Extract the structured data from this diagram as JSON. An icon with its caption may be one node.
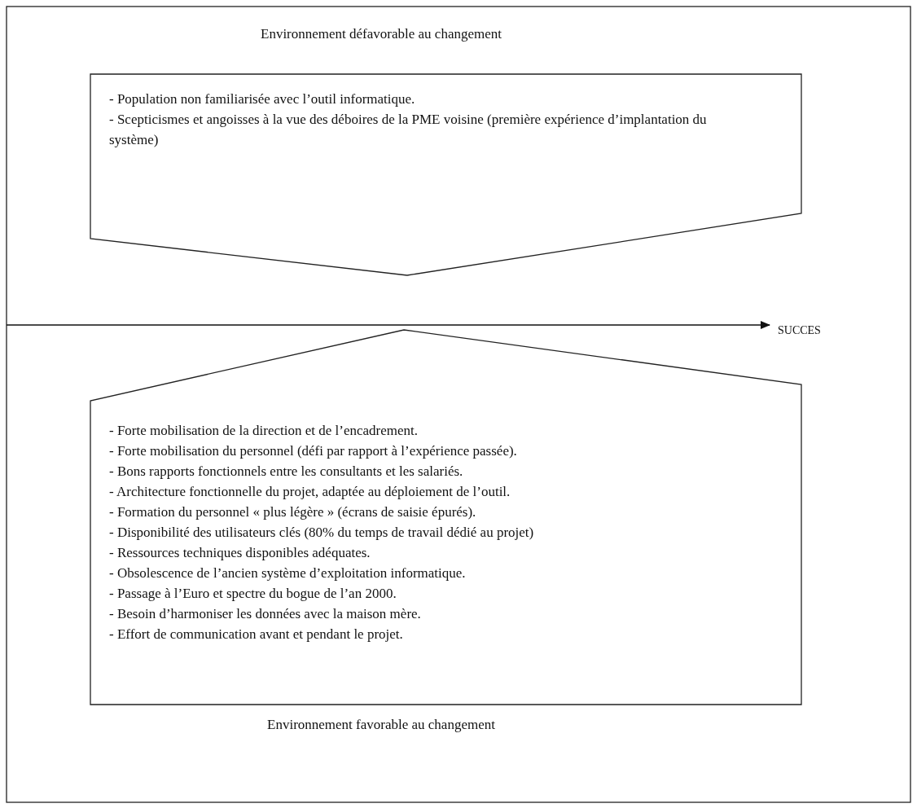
{
  "diagram": {
    "nodes": [
      {
        "text": [
          "Environnement défavorable au changement",
          "- Population non familiarisée avec l’outil informatique.",
          "- Scepticismes et angoisses à la vue des déboires de la PME voisine (première expérience d’implantation du système)"
        ]
      },
      {
        "text": [
          "- Forte mobilisation de la direction et de l’encadrement.",
          "- Forte mobilisation du personnel (défi par rapport à l’expérience passée).",
          "- Bons rapports fonctionnels entre les consultants et les salariés.",
          "- Architecture fonctionnelle du projet, adaptée au déploiement de l’outil.",
          "- Formation du personnel « plus légère » (écrans de saisie épurés).",
          "- Disponibilité des utilisateurs clés (80% du temps de travail dédié au projet)",
          "- Ressources techniques disponibles adéquates.",
          "- Obsolescence de l’ancien système d’exploitation informatique.",
          "- Passage à l’Euro et spectre du bogue de l’an 2000.",
          "- Besoin d’harmoniser les données avec la maison mère.",
          "- Effort de communication avant et pendant le projet.",
          "Environnement favorable au changement"
        ]
      },
      {
        "text": [
          "SUCCES"
        ]
      }
    ],
    "edges": [
      {
        "from": null,
        "to": 2,
        "arrow": "to"
      }
    ]
  }
}
